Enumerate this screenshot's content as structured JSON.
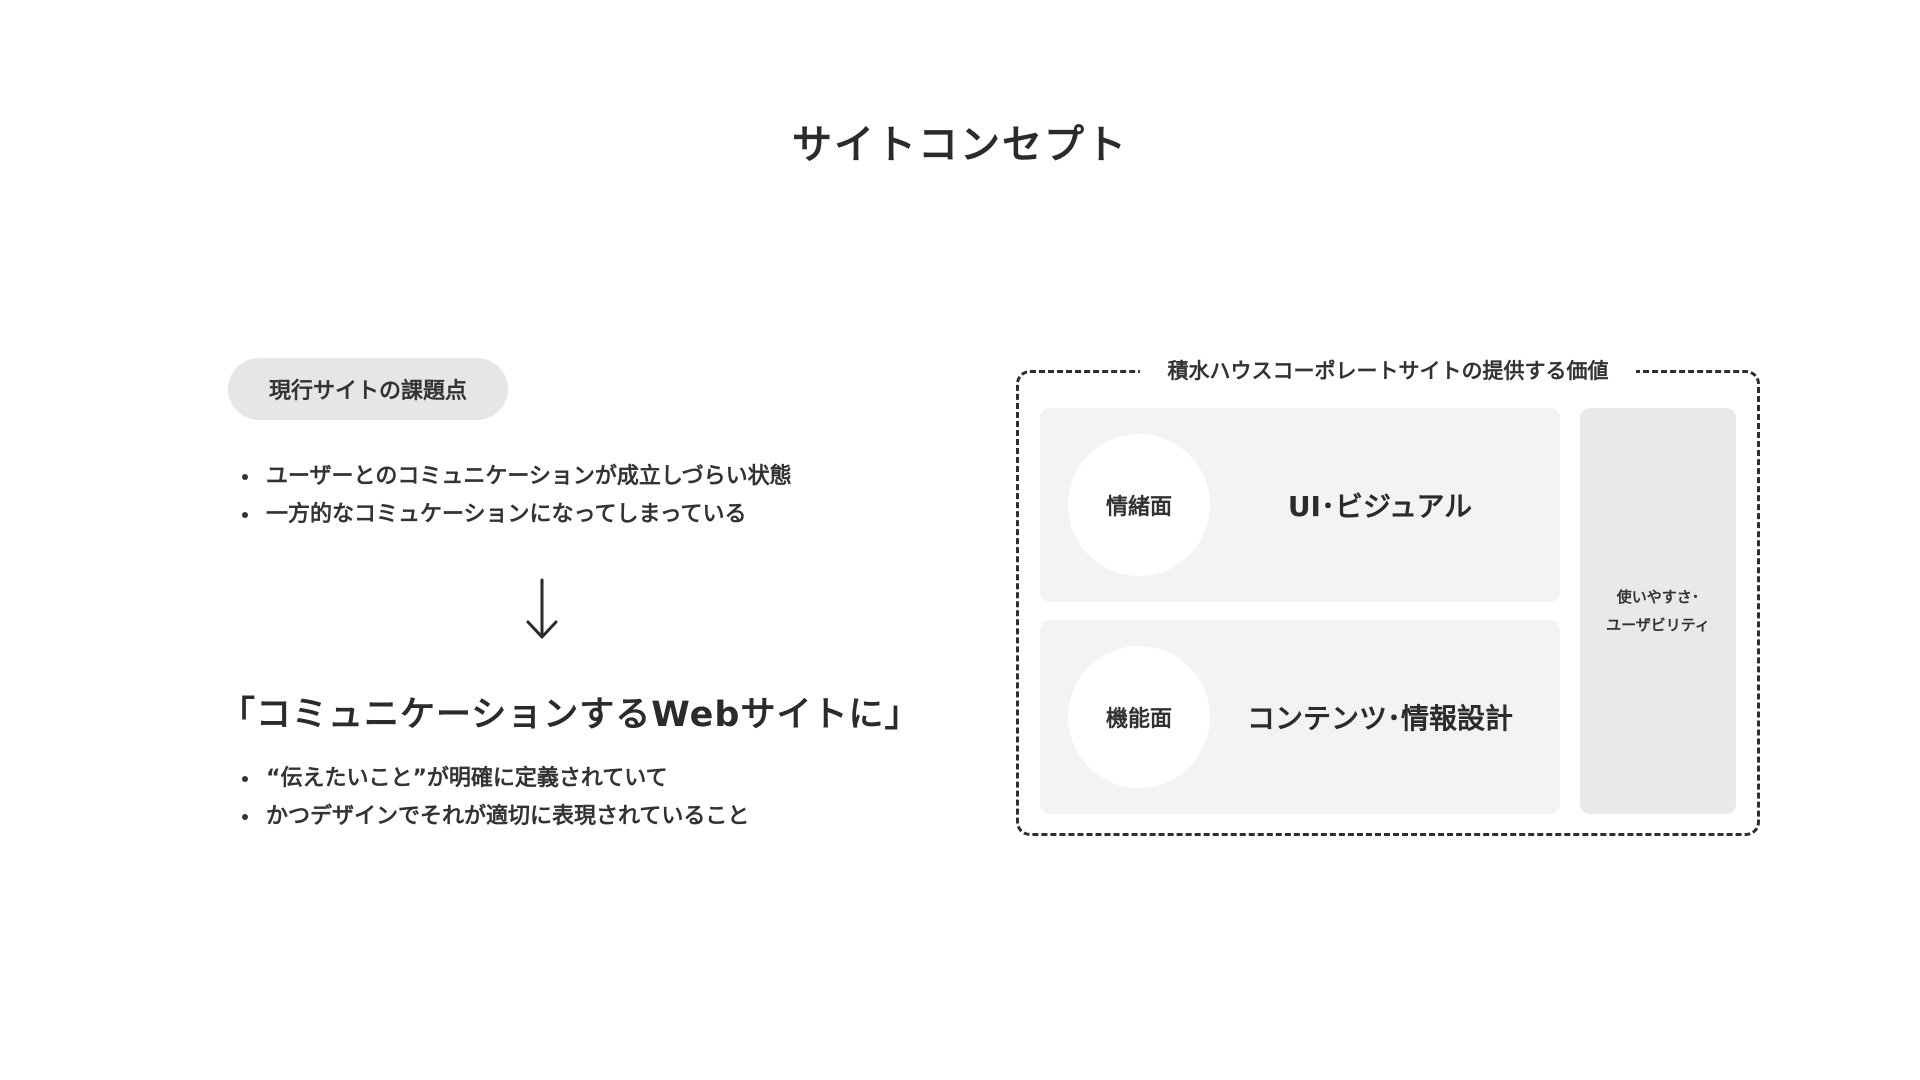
{
  "title": "サイトコンセプト",
  "issues": {
    "pill_label": "現行サイトの課題点",
    "items": [
      "ユーザーとのコミュニケーションが成立しづらい状態",
      "一方的なコミュケーションになってしまっている"
    ]
  },
  "arrow_icon": "down-arrow-icon",
  "concept": {
    "statement": "「コミュニケーションするWebサイトに」",
    "items": [
      "“伝えたいこと”が明確に定義されていて",
      "かつデザインでそれが適切に表現されていること"
    ]
  },
  "value_diagram": {
    "frame_label": "積水ハウスコーポレートサイトの提供する価値",
    "emotional": {
      "circle_label": "情緒面",
      "text": "UI･ビジュアル"
    },
    "functional": {
      "circle_label": "機能面",
      "text": "コンテンツ･情報設計"
    },
    "usability": {
      "line1": "使いやすさ･",
      "line2": "ユーザビリティ"
    }
  },
  "colors": {
    "text": "#2b2b2b",
    "pill_bg": "#e6e6e6",
    "panel_bg": "#f3f3f3",
    "usability_bg": "#e9e9e9",
    "frame_border": "#2f2f2f"
  }
}
